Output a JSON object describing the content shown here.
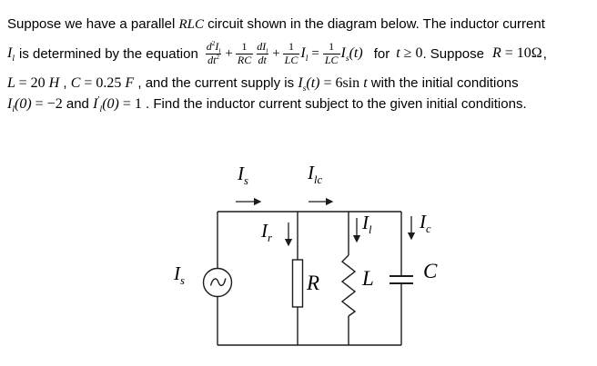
{
  "problem": {
    "line1": {
      "pre": "Suppose we have a parallel ",
      "rlc": "RLC",
      "post": " circuit shown in the diagram below. The inductor current"
    },
    "line2": {
      "il": "I_{l}",
      "text1": "is determined by the equation",
      "frac1": {
        "num": "d^{~{2}}I_{l}",
        "den": "dt^{~{2}}"
      },
      "plus1": "+",
      "frac2": {
        "num": "~{1}",
        "den": "RC"
      },
      "frac3": {
        "num": "dI_{l}",
        "den": "dt"
      },
      "plus2": "+",
      "frac4": {
        "num": "~{1}",
        "den": "LC"
      },
      "il2": "I_{l}",
      "eq": "=",
      "frac5": {
        "num": "~{1}",
        "den": "LC"
      },
      "ist": "I_{s}(t)",
      "text2": "for",
      "tge0": "t ~{≥ 0}",
      "text3": ". Suppose",
      "req": "R ~{= 10Ω}",
      "comma": ","
    },
    "line3": {
      "leq": "L ~{= 20 }H",
      "sep": " ,  ",
      "ceq": "C ~{= 0.25 }F",
      "text1": " , and the current supply is  ",
      "ist": "I_{s}(t) ~{= 6sin }t",
      "text2": "  with the initial conditions"
    },
    "line4": {
      "ic1": "I_{l}(0) ~{= −2}",
      "text1": "  and  ",
      "ic2": "I^{~{′}}_{l}(0) ~{= 1}",
      "text2": " . Find the inductor current subject to the given initial conditions."
    }
  },
  "diagram": {
    "labels": {
      "is_top": "I_{s}",
      "ilc_top": "I_{lc}",
      "ir": "I_{r}",
      "il": "I_{l}",
      "ic": "I_{c}",
      "is_source": "I_{s}",
      "resistor": "R",
      "inductor": "L",
      "capacitor": "C"
    },
    "colors": {
      "wire": "#1c1c1c",
      "text": "#000000",
      "background": "#ffffff"
    }
  }
}
